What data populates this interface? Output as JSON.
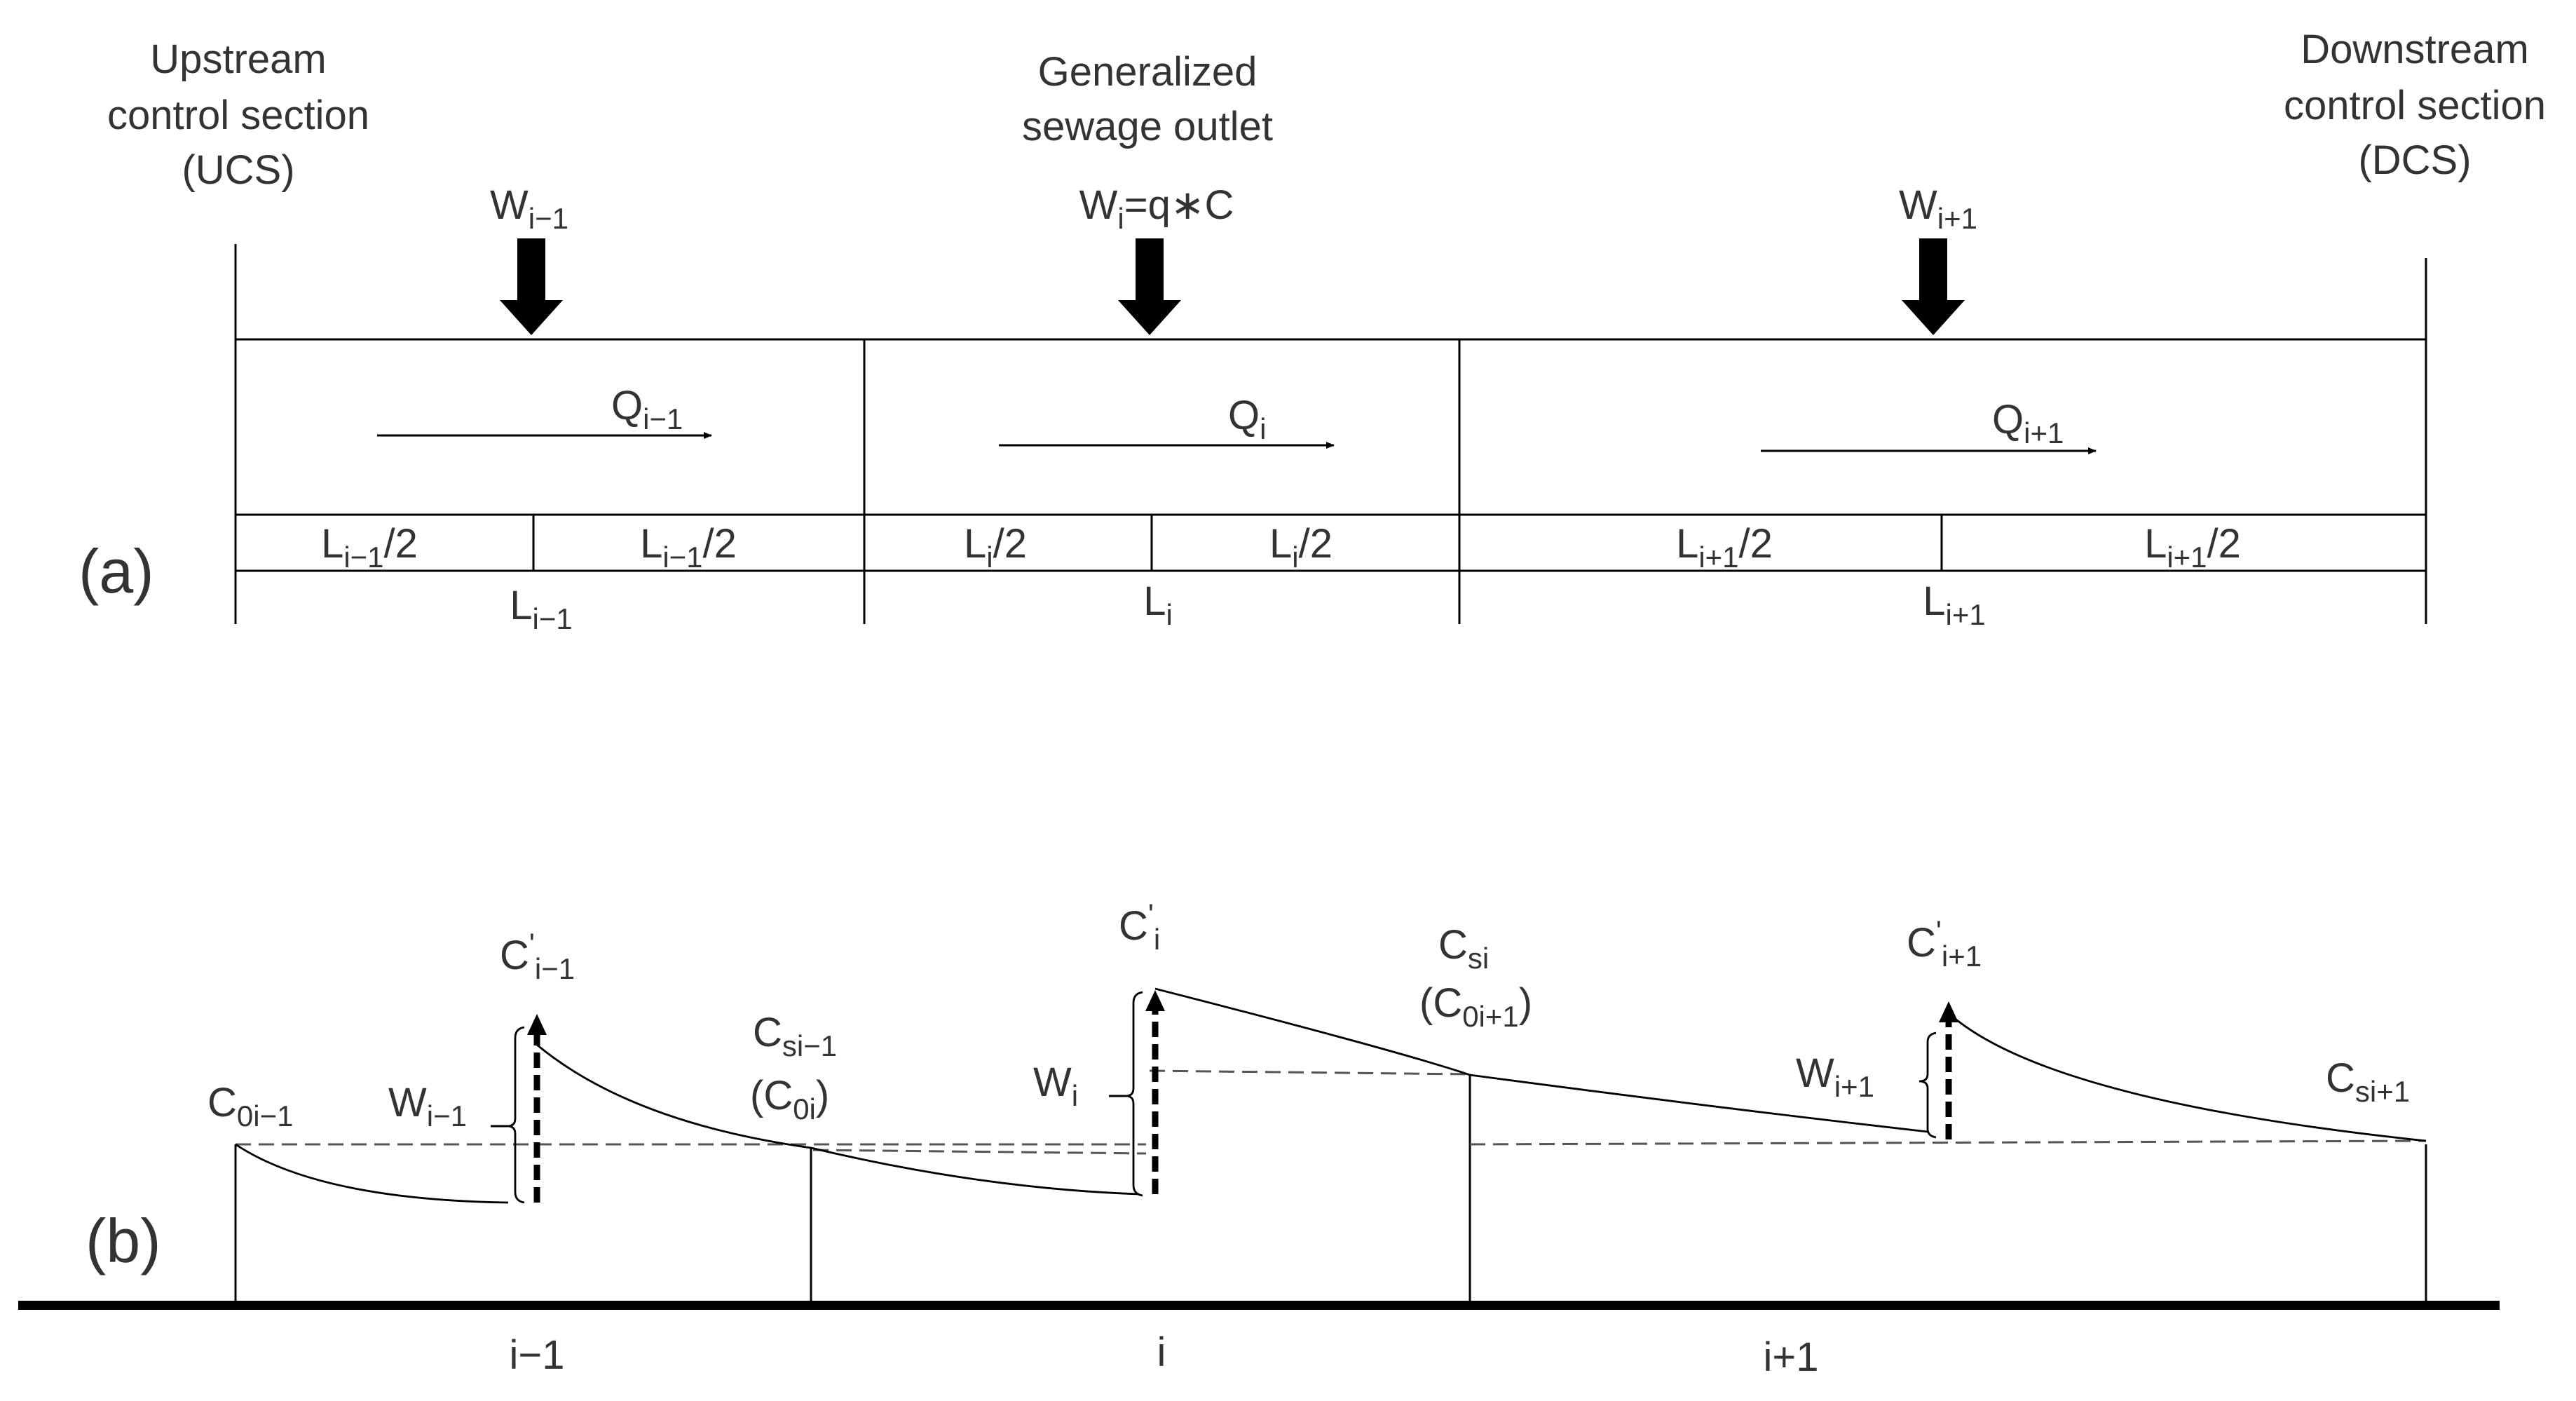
{
  "panel_a": {
    "label": "(a)",
    "ucs_label": [
      "Upstream",
      "control section",
      "(UCS)"
    ],
    "outlet_label": [
      "Generalized",
      "sewage outlet"
    ],
    "dcs_label": [
      "Downstream",
      "control section",
      "(DCS)"
    ],
    "loads": [
      {
        "main": "W",
        "sub": "i−1",
        "rest": ""
      },
      {
        "main": "W",
        "sub": "i",
        "rest": "=q∗C"
      },
      {
        "main": "W",
        "sub": "i+1",
        "rest": ""
      }
    ],
    "flows": [
      {
        "main": "Q",
        "sub": "i−1"
      },
      {
        "main": "Q",
        "sub": "i"
      },
      {
        "main": "Q",
        "sub": "i+1"
      }
    ],
    "half_lengths": [
      {
        "main": "L",
        "sub": "i−1",
        "rest": "/2"
      },
      {
        "main": "L",
        "sub": "i−1",
        "rest": "/2"
      },
      {
        "main": "L",
        "sub": "i",
        "rest": "/2"
      },
      {
        "main": "L",
        "sub": "i",
        "rest": "/2"
      },
      {
        "main": "L",
        "sub": "i+1",
        "rest": "/2"
      },
      {
        "main": "L",
        "sub": "i+1",
        "rest": "/2"
      }
    ],
    "lengths": [
      {
        "main": "L",
        "sub": "i−1"
      },
      {
        "main": "L",
        "sub": "i"
      },
      {
        "main": "L",
        "sub": "i+1"
      }
    ]
  },
  "panel_b": {
    "label": "(b)",
    "c0_first": {
      "main": "C",
      "sub": "0i−1"
    },
    "peaks": [
      {
        "main": "C",
        "sup": "'",
        "sub": "i−1"
      },
      {
        "main": "C",
        "sup": "'",
        "sub": "i"
      },
      {
        "main": "C",
        "sup": "'",
        "sub": "i+1"
      }
    ],
    "loads": [
      {
        "main": "W",
        "sub": "i−1"
      },
      {
        "main": "W",
        "sub": "i"
      },
      {
        "main": "W",
        "sub": "i+1"
      }
    ],
    "section_ends": [
      {
        "main": "C",
        "sub": "si−1",
        "alt_main": "(C",
        "alt_sub": "0i",
        "alt_rest": ")"
      },
      {
        "main": "C",
        "sub": "si",
        "alt_main": "(C",
        "alt_sub": "0i+1",
        "alt_rest": ")"
      }
    ],
    "c_last": {
      "main": "C",
      "sub": "si+1"
    },
    "segments": [
      "i−1",
      "i",
      "i+1"
    ]
  }
}
